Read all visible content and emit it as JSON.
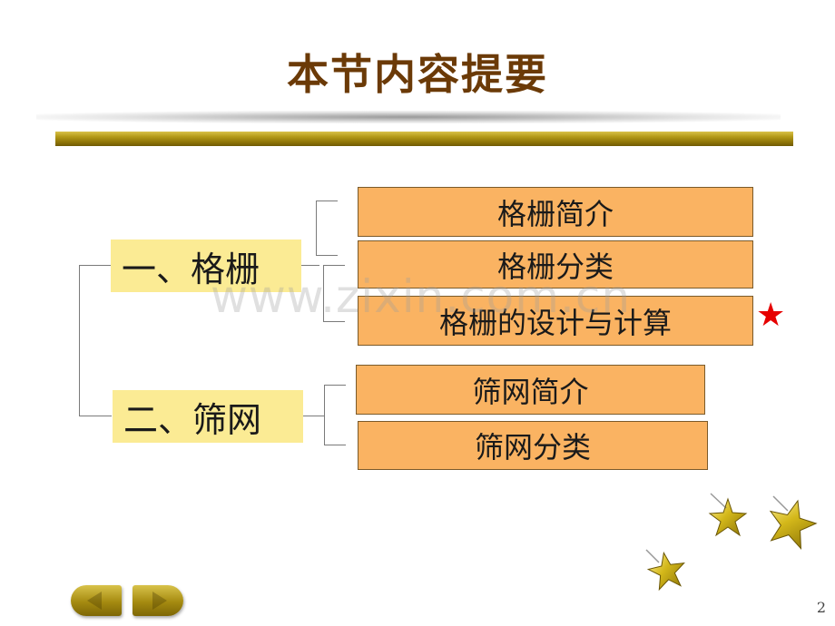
{
  "slide": {
    "title": "本节内容提要",
    "page_number": "2",
    "watermark": "www.zixin.com.cn"
  },
  "sections": [
    {
      "label": "一、格栅",
      "items": [
        "格栅简介",
        "格栅分类",
        "格栅的设计与计算"
      ]
    },
    {
      "label": "二、筛网",
      "items": [
        "筛网简介",
        "筛网分类"
      ]
    }
  ],
  "marker": {
    "icon": "red-star-icon",
    "glyph": "★",
    "color": "#e60000"
  },
  "nav": {
    "prev_icon": "prev-arrow-icon",
    "next_icon": "next-arrow-icon"
  },
  "colors": {
    "title": "#6b3a07",
    "section_bg": "#fbeb94",
    "item_bg": "#fab362",
    "gold_bar": "#b49a19",
    "star_gold": "#d4b81a"
  }
}
